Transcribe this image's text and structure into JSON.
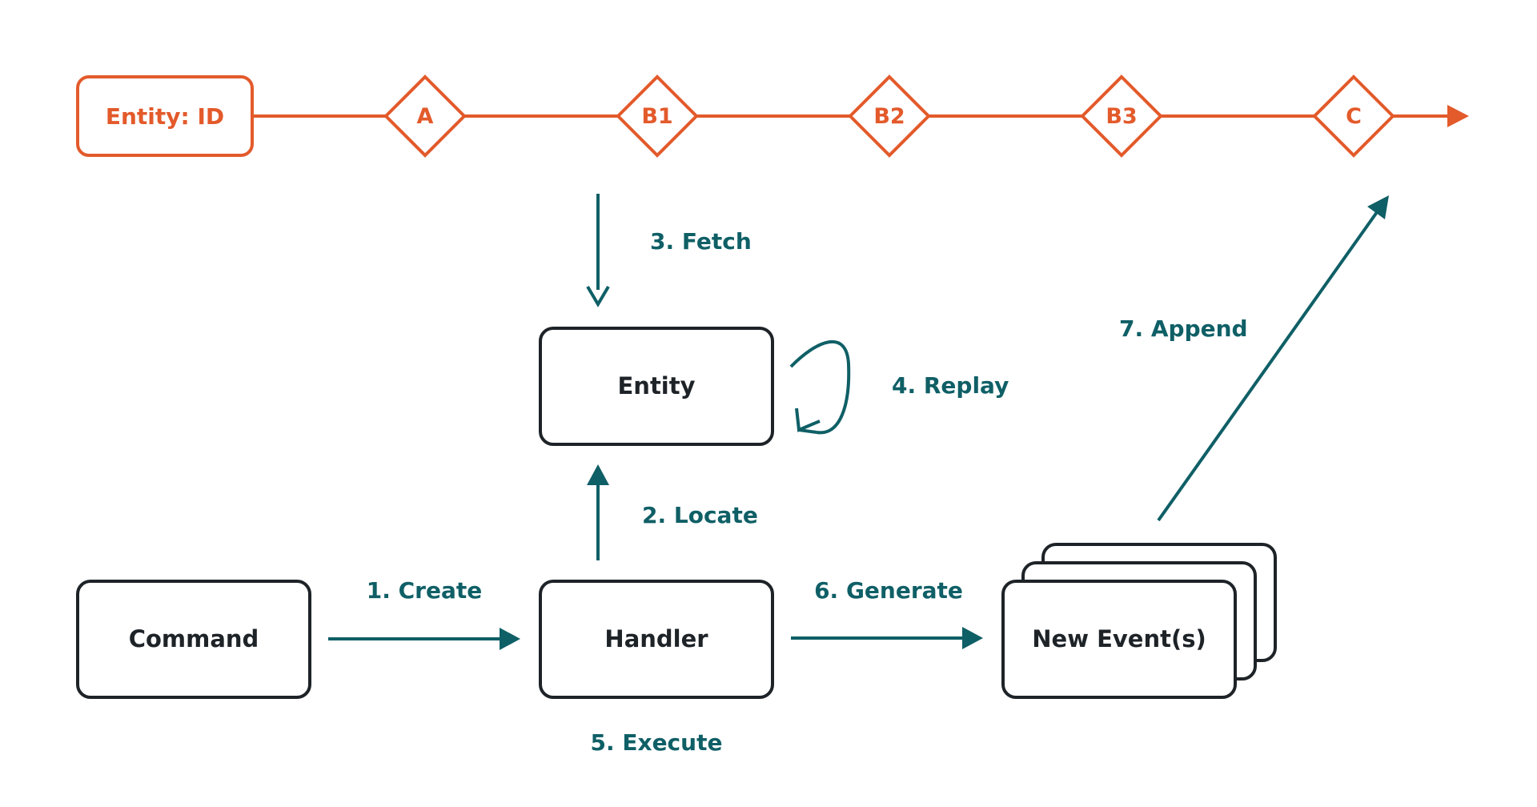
{
  "colors": {
    "timeline": "#e35a2b",
    "flow": "#0f5f66",
    "box_stroke": "#1e2328",
    "box_text": "#1e2328",
    "background": "#ffffff"
  },
  "timeline": {
    "entity_label": "Entity: ID",
    "events": [
      "A",
      "B1",
      "B2",
      "B3",
      "C"
    ]
  },
  "boxes": {
    "entity": "Entity",
    "command": "Command",
    "handler": "Handler",
    "new_events": "New Event(s)"
  },
  "steps": {
    "create": "1. Create",
    "locate": "2. Locate",
    "fetch": "3. Fetch",
    "replay": "4. Replay",
    "execute": "5. Execute",
    "generate": "6. Generate",
    "append": "7. Append"
  }
}
